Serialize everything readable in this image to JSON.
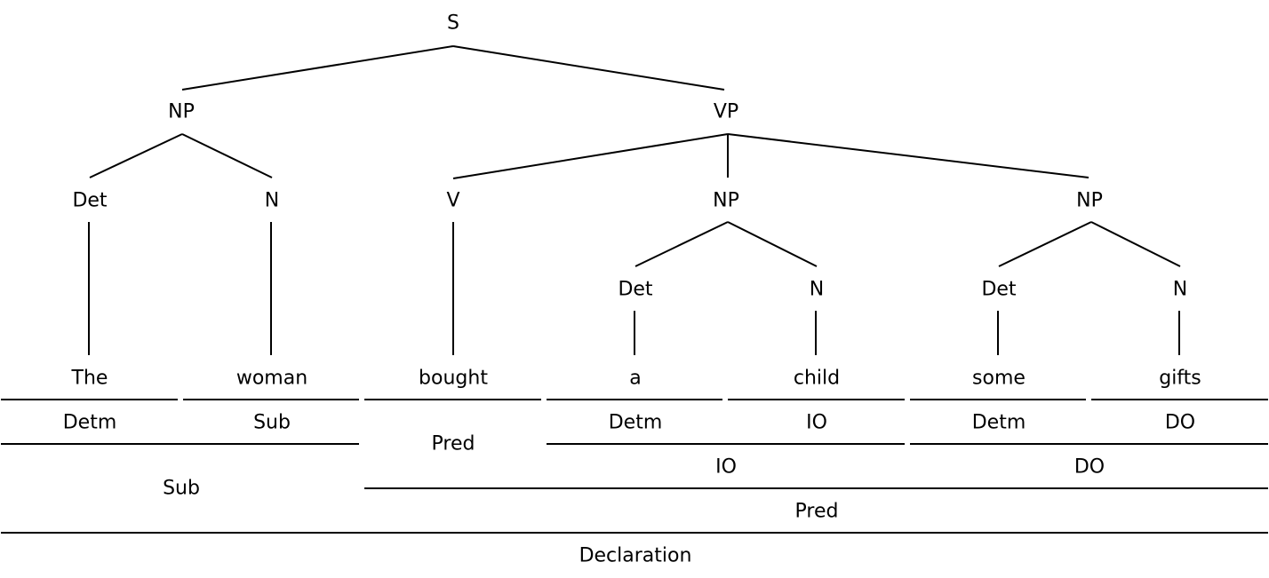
{
  "tree": {
    "root": "S",
    "subject_np": "NP",
    "verb_phrase": "VP",
    "subject_det_tag": "Det",
    "subject_noun_tag": "N",
    "verb_tag": "V",
    "io_np": "NP",
    "do_np": "NP",
    "io_det_tag": "Det",
    "io_noun_tag": "N",
    "do_det_tag": "Det",
    "do_noun_tag": "N"
  },
  "words": [
    "The",
    "woman",
    "bought",
    "a",
    "child",
    "some",
    "gifts"
  ],
  "functions": {
    "row1": {
      "the": "Detm",
      "woman": "Sub",
      "bought": "Pred",
      "a": "Detm",
      "child": "IO",
      "some": "Detm",
      "gifts": "DO"
    },
    "row2": {
      "subject": "Sub",
      "indirect_object": "IO",
      "direct_object": "DO"
    },
    "row3": {
      "predicate": "Pred"
    },
    "row4": {
      "sentence": "Declaration"
    }
  }
}
